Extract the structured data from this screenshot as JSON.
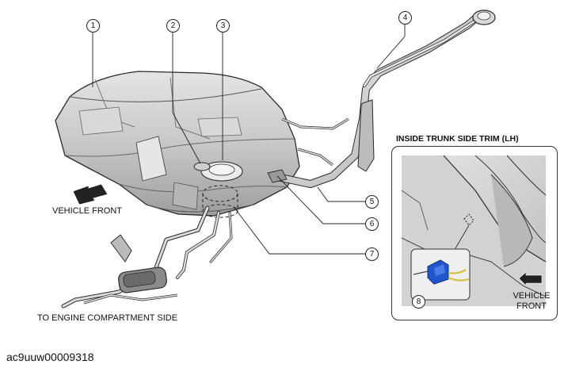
{
  "labels": {
    "vehicle_front_main": "VEHICLE FRONT",
    "to_engine": "TO ENGINE COMPARTMENT SIDE",
    "inset_title": "INSIDE TRUNK SIDE TRIM (LH)",
    "vehicle_front_inset_line1": "VEHICLE",
    "vehicle_front_inset_line2": "FRONT"
  },
  "callouts": {
    "c1": "1",
    "c2": "2",
    "c3": "3",
    "c4": "4",
    "c5": "5",
    "c6": "6",
    "c7": "7",
    "c8": "8"
  },
  "figure_id": "ac9uuw00009318",
  "colors": {
    "tank_fill": "#cfcfcf",
    "tank_shade": "#9a9a9a",
    "line_dark": "#2a2a2a",
    "connector_blue": "#2255cc",
    "harness_yellow": "#d8c040",
    "arrow_fill": "#222222"
  }
}
